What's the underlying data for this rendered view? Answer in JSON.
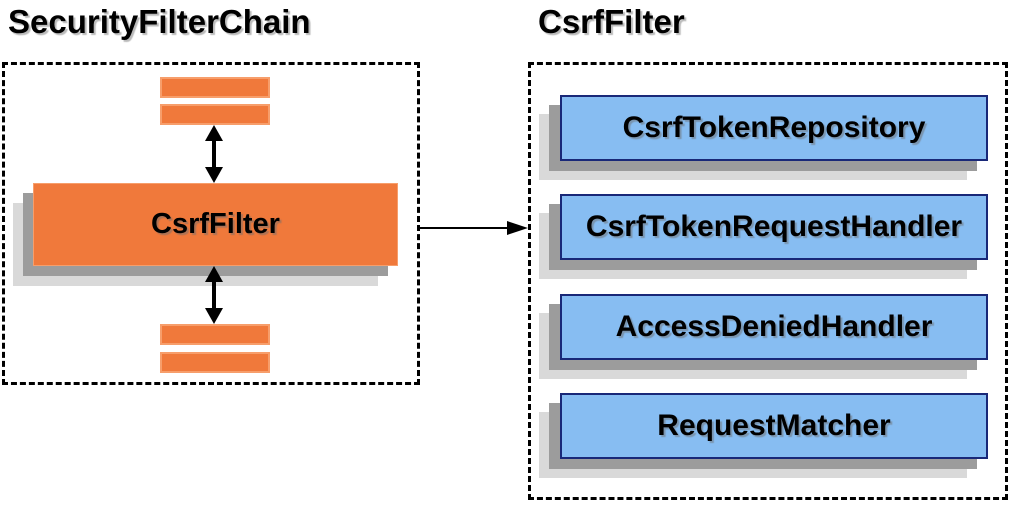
{
  "left_panel": {
    "title": "SecurityFilterChain",
    "csrf_filter_label": "CsrfFilter",
    "filter_placeholder_bars": 4
  },
  "right_panel": {
    "title": "CsrfFilter",
    "components": [
      {
        "label": "CsrfTokenRepository"
      },
      {
        "label": "CsrfTokenRequestHandler"
      },
      {
        "label": "AccessDeniedHandler"
      },
      {
        "label": "RequestMatcher"
      }
    ]
  },
  "icons": {
    "bidirectional_arrow": "double-headed-vertical-arrow",
    "flow_arrow": "right-pointing-arrow"
  },
  "colors": {
    "filter_fill": "#F0793B",
    "filter_border": "#F79E6B",
    "component_fill": "#87BDF2",
    "component_border": "#192878",
    "shadow_gray": "#9C9C9C",
    "shadow_light_gray": "#D9D9D9",
    "line_black": "#000000",
    "background": "#FFFFFF"
  }
}
